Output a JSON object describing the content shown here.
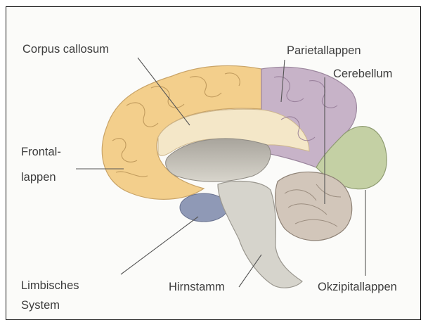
{
  "labels": {
    "corpus_callosum": "Corpus callosum",
    "parietallappen": "Parietallappen",
    "cerebellum": "Cerebellum",
    "frontallappen_line1": "Frontal-",
    "frontallappen_line2": "lappen",
    "limbisches_line1": "Limbisches",
    "limbisches_line2": "System",
    "hirnstamm": "Hirnstamm",
    "okzipitallappen": "Okzipitallappen"
  },
  "colors": {
    "frontal": "#f3cf8c",
    "parietal": "#c7b3c8",
    "occipital": "#c4d0a4",
    "limbic": "#8f99b6",
    "brainstem": "#d6d4cc",
    "cerebellum": "#d2c6ba",
    "leader_line": "#555555"
  }
}
